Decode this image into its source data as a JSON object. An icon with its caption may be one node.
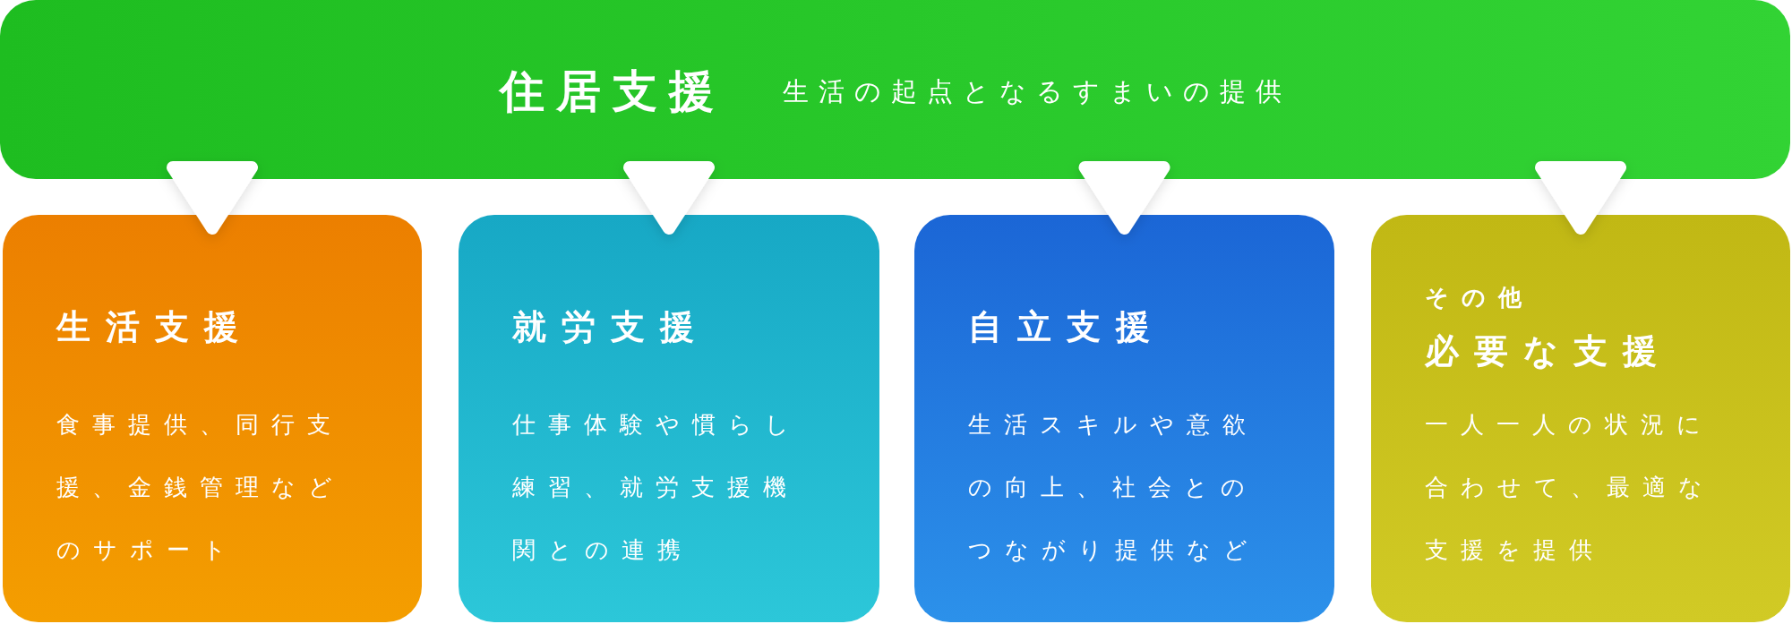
{
  "diagram": {
    "nodes": [
      {
        "text": [
          "住居支援",
          "生活の起点となるすまいの提供"
        ]
      },
      {
        "text": [
          "生活支援",
          "食事提供、同行支援、金銭管理などのサポート"
        ]
      },
      {
        "text": [
          "就労支援",
          "仕事体験や慣らし練習、就労支援機関との連携"
        ]
      },
      {
        "text": [
          "自立支援",
          "生活スキルや意欲の向上、社会とのつながり提供など"
        ]
      },
      {
        "text": [
          "その他",
          "必要な支援",
          "一人一人の状況に合わせて、最適な支援を提供"
        ]
      }
    ],
    "edges": [
      {
        "from": 0,
        "to": 1,
        "arrow": "to"
      },
      {
        "from": 0,
        "to": 2,
        "arrow": "to"
      },
      {
        "from": 0,
        "to": 3,
        "arrow": "to"
      },
      {
        "from": 0,
        "to": 4,
        "arrow": "to"
      }
    ]
  }
}
